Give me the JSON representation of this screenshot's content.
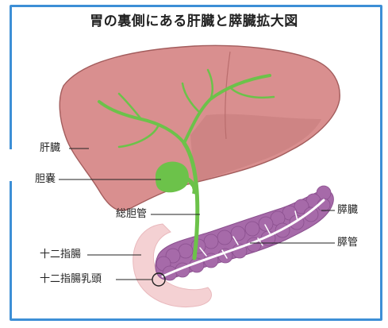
{
  "title": "胃の裏側にある肝臓と膵臓拡大図",
  "labels": {
    "liver": "肝臓",
    "gallbladder": "胆嚢",
    "common_bile_duct": "総胆管",
    "duodenum": "十二指腸",
    "duodenal_papilla": "十二指腸乳頭",
    "pancreas": "膵臓",
    "pancreatic_duct": "膵管"
  },
  "colors": {
    "frame": "#3d8fd6",
    "liver": "#d98f8f",
    "liver_dark": "#b96d6d",
    "bile": "#6cc24a",
    "pancreas": "#a66aa9",
    "duodenum": "#f4d1d3"
  }
}
